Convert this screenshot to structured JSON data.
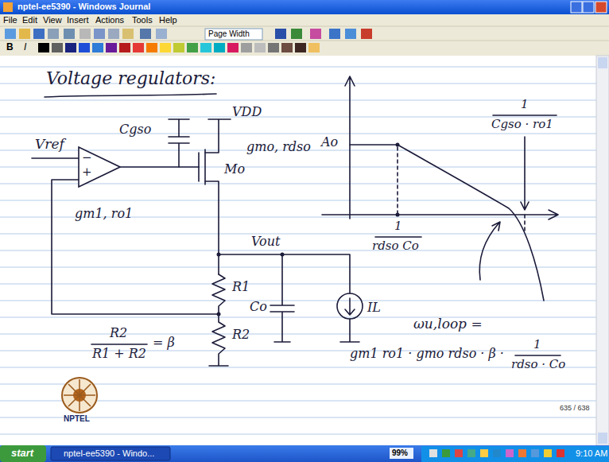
{
  "diagram": {
    "title": "Voltage regulators:",
    "nodes": [
      {
        "text": [
          "−",
          "+"
        ]
      }
    ],
    "labels": [
      "nptel-ee5390 - Windows Journal",
      "File",
      "Edit",
      "View",
      "Insert",
      "Actions",
      "Tools",
      "Help",
      "Page Width",
      "B",
      "I",
      "Vref",
      "Cgso",
      "VDD",
      "gmo, rdso",
      "Mo",
      "gm1, ro1",
      "Vout",
      "R1",
      "R2",
      "Co",
      "IL",
      "R2",
      "R1 + R2",
      "= β",
      "Ao",
      "1",
      "rdso Co",
      "1",
      "Cgso · ro1",
      "ωu,loop =",
      "gm1 ro1 · gmo rdso · β ·",
      "1",
      "rdso · Co",
      "NPTEL",
      "635 / 638",
      "start",
      "nptel-ee5390 - Windo...",
      "99%",
      "9:10 AM"
    ]
  }
}
